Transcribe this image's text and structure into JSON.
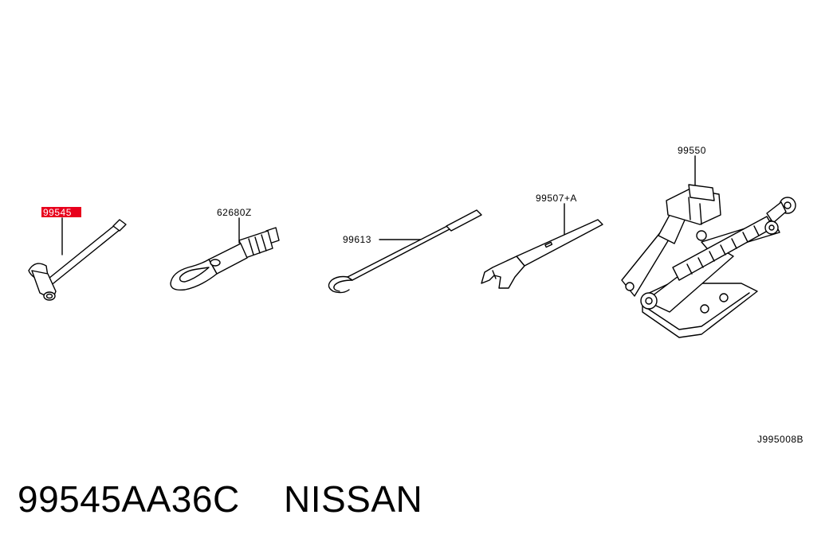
{
  "diagram": {
    "callouts": {
      "lug_wrench": "99545",
      "tow_hook": "62680Z",
      "jack_rod": "99613",
      "wrench": "99507+A",
      "jack": "99550"
    },
    "highlight_color": "#e8001c",
    "drawing_code": "J995008B"
  },
  "caption": {
    "part_number": "99545AA36C",
    "brand": "NISSAN"
  }
}
